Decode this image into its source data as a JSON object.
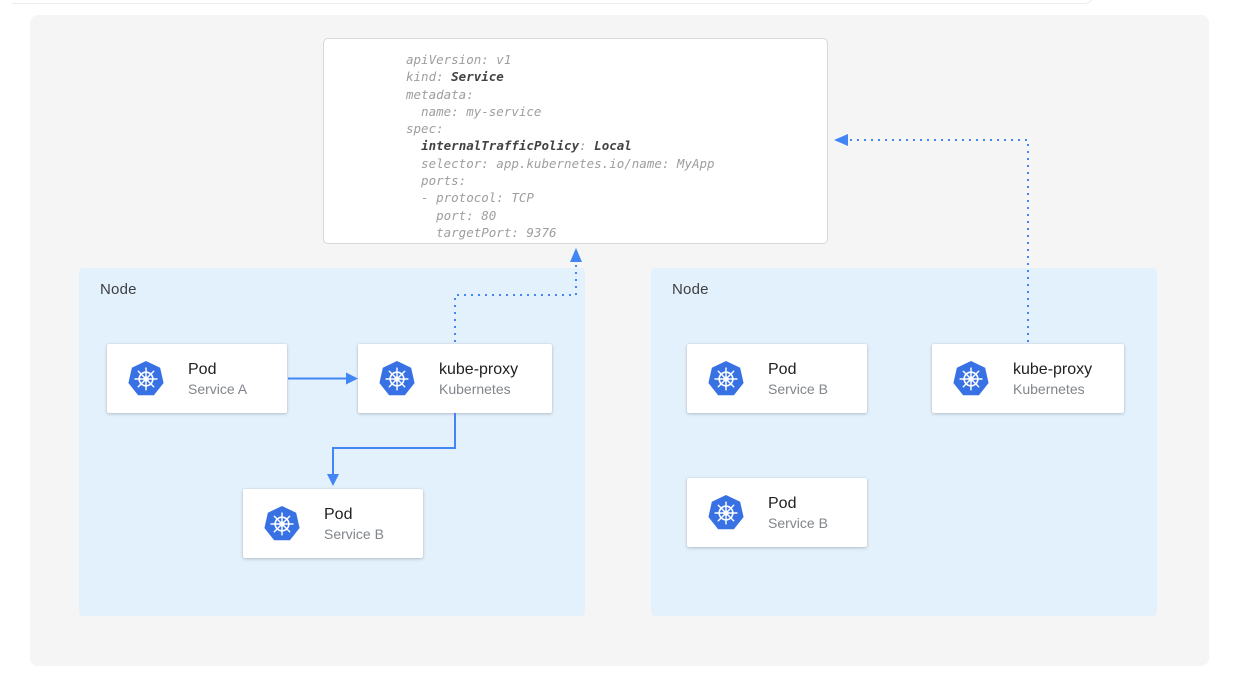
{
  "colors": {
    "arrow_blue": "#4285f4",
    "node_bg": "#e3f1fc",
    "panel_bg": "#f5f5f6",
    "k8s_icon_blue": "#3871e3",
    "yaml_text_gray": "#9e9e9e",
    "yaml_bold_gray": "#424242"
  },
  "yaml_panel": {
    "lines": [
      [
        {
          "t": "apiVersion: v1"
        }
      ],
      [
        {
          "t": "kind: "
        },
        {
          "t": "Service",
          "b": true
        }
      ],
      [
        {
          "t": "metadata:"
        }
      ],
      [
        {
          "t": "  name: my-service"
        }
      ],
      [
        {
          "t": "spec:"
        }
      ],
      [
        {
          "t": "  "
        },
        {
          "t": "internalTrafficPolicy",
          "b": true
        },
        {
          "t": ": "
        },
        {
          "t": "Local",
          "b": true
        }
      ],
      [
        {
          "t": "  selector: app.kubernetes.io/name: MyApp"
        }
      ],
      [
        {
          "t": "  ports:"
        }
      ],
      [
        {
          "t": "  - protocol: TCP"
        }
      ],
      [
        {
          "t": "    port: 80"
        }
      ],
      [
        {
          "t": "    targetPort: 9376"
        }
      ]
    ]
  },
  "nodes": [
    {
      "label": "Node",
      "cards": [
        {
          "title": "Pod",
          "subtitle": "Service A",
          "icon": "kubernetes-icon"
        },
        {
          "title": "kube-proxy",
          "subtitle": "Kubernetes",
          "icon": "kubernetes-icon"
        },
        {
          "title": "Pod",
          "subtitle": "Service B",
          "icon": "kubernetes-icon"
        }
      ]
    },
    {
      "label": "Node",
      "cards": [
        {
          "title": "Pod",
          "subtitle": "Service B",
          "icon": "kubernetes-icon"
        },
        {
          "title": "kube-proxy",
          "subtitle": "Kubernetes",
          "icon": "kubernetes-icon"
        },
        {
          "title": "Pod",
          "subtitle": "Service B",
          "icon": "kubernetes-icon"
        }
      ]
    }
  ]
}
